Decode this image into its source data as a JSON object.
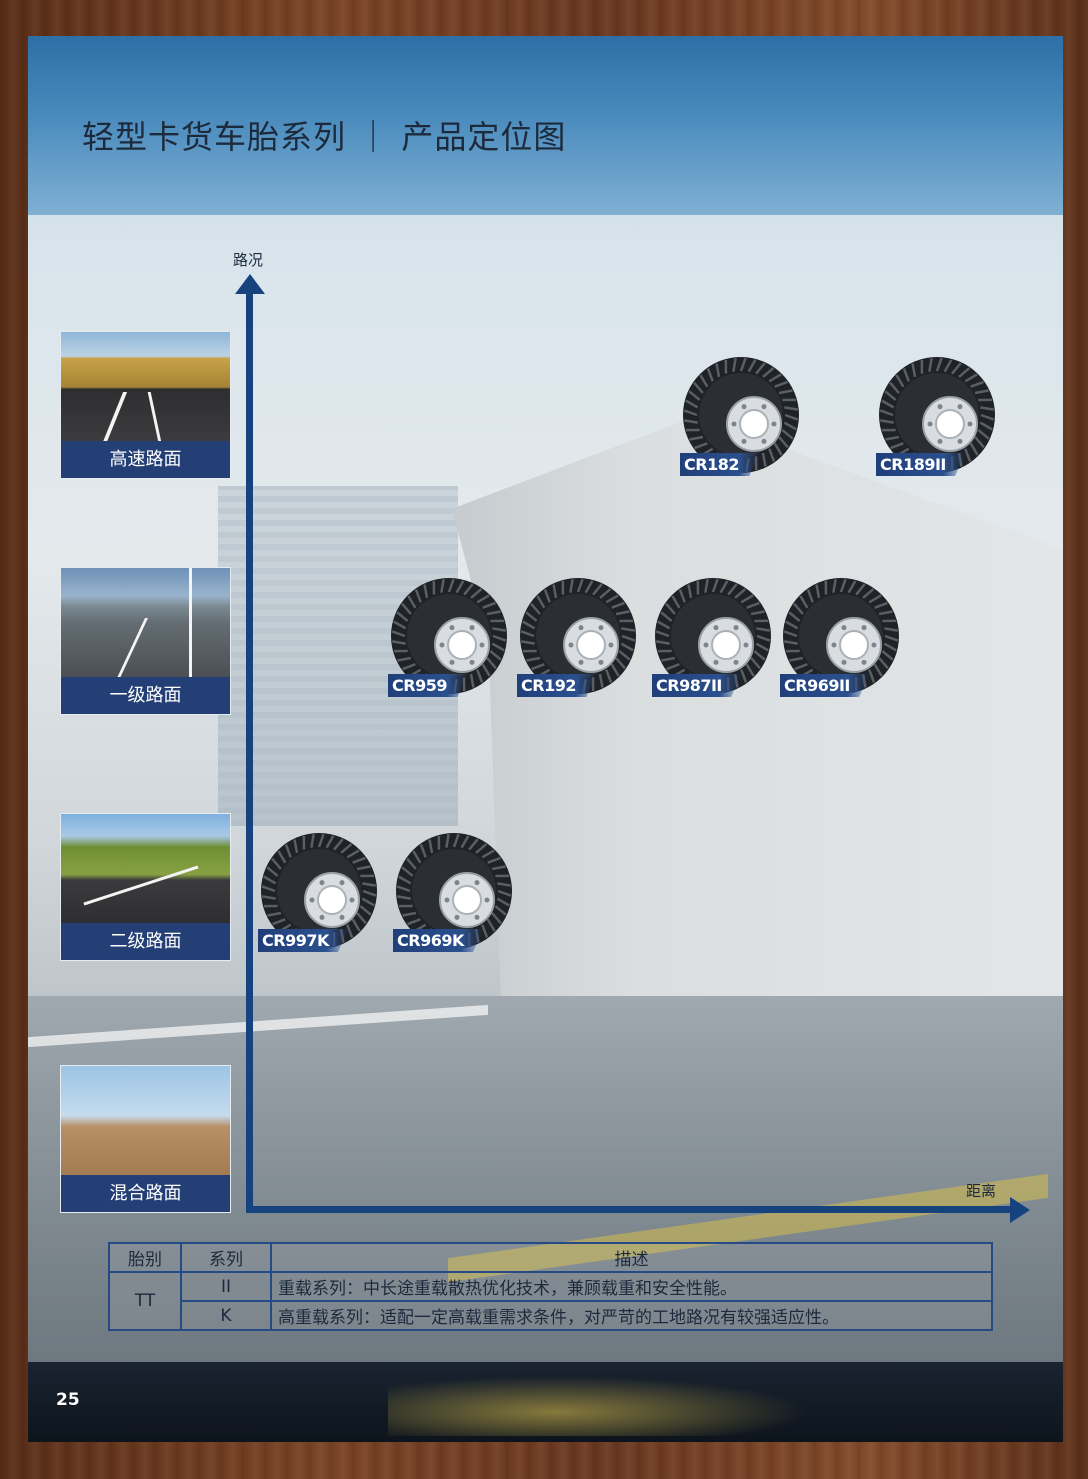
{
  "header": {
    "title": "轻型卡货车胎系列 ｜ 产品定位图"
  },
  "axes": {
    "y_label": "路况",
    "x_label": "距离"
  },
  "road_types": [
    {
      "label": "高速路面"
    },
    {
      "label": "一级路面"
    },
    {
      "label": "二级路面"
    },
    {
      "label": "混合路面"
    }
  ],
  "tires": [
    {
      "name": "CR182",
      "road": "高速路面"
    },
    {
      "name": "CR189II",
      "road": "高速路面"
    },
    {
      "name": "CR959",
      "road": "一级路面"
    },
    {
      "name": "CR192",
      "road": "一级路面"
    },
    {
      "name": "CR987II",
      "road": "一级路面"
    },
    {
      "name": "CR969II",
      "road": "一级路面"
    },
    {
      "name": "CR997K",
      "road": "二级路面"
    },
    {
      "name": "CR969K",
      "road": "二级路面"
    }
  ],
  "table": {
    "headers": [
      "胎别",
      "系列",
      "描述"
    ],
    "tire_type": "TT",
    "rows": [
      {
        "series": "II",
        "description": "重载系列：中长途重载散热优化技术，兼顾载重和安全性能。"
      },
      {
        "series": "K",
        "description": "高重载系列：适配一定高载重需求条件，对严苛的工地路况有较强适应性。"
      }
    ]
  },
  "footer": {
    "page_number": "25"
  }
}
